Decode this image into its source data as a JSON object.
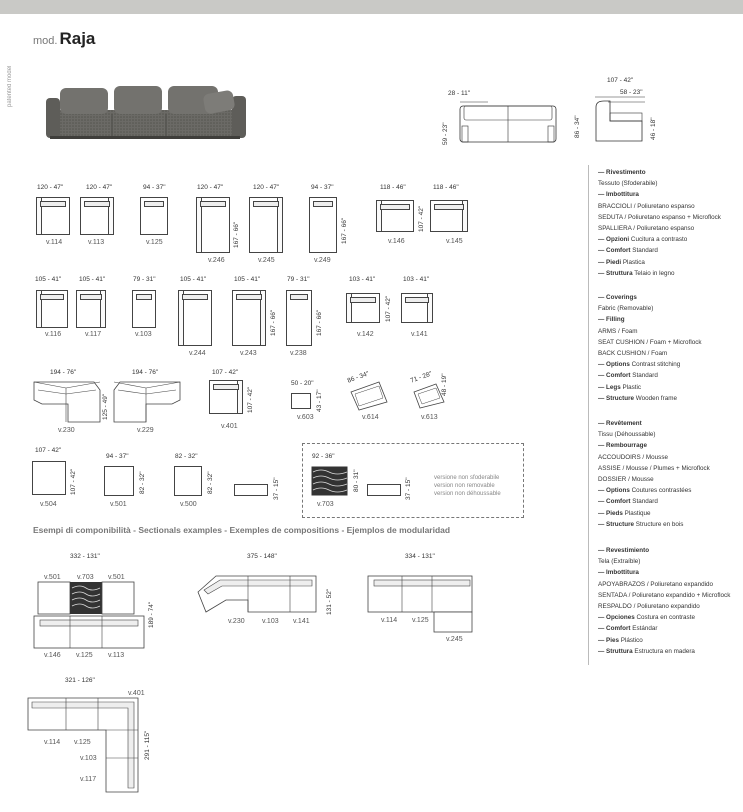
{
  "header": {
    "prefix": "mod.",
    "name": "Raja",
    "patent": "patented model"
  },
  "elevation": {
    "front_width": "28 - 11\"",
    "front_height": "59 - 23\"",
    "back_height": "86 - 34\"",
    "side_depth_outer": "107 - 42\"",
    "side_depth_inner": "58 - 23\"",
    "side_height": "46 - 18\""
  },
  "modules": [
    {
      "w": "120 - 47\"",
      "code": "v.114"
    },
    {
      "w": "120 - 47\"",
      "code": "v.113"
    },
    {
      "w": "94 - 37\"",
      "code": "v.125"
    },
    {
      "w": "120 - 47\"",
      "d": "167 - 66\"",
      "code": "v.246"
    },
    {
      "w": "120 - 47\"",
      "code": "v.245"
    },
    {
      "w": "94 - 37\"",
      "d": "167 - 66\"",
      "code": "v.249"
    },
    {
      "w": "118 - 46\"",
      "d": "107 - 42\"",
      "code": "v.146"
    },
    {
      "w": "118 - 46\"",
      "code": "v.145"
    },
    {
      "w": "105 - 41\"",
      "code": "v.116"
    },
    {
      "w": "105 - 41\"",
      "code": "v.117"
    },
    {
      "w": "79 - 31\"",
      "code": "v.103"
    },
    {
      "w": "105 - 41\"",
      "code": "v.244"
    },
    {
      "w": "105 - 41\"",
      "d": "167 - 66\"",
      "code": "v.243"
    },
    {
      "w": "79 - 31\"",
      "d": "167 - 66\"",
      "code": "v.238"
    },
    {
      "w": "103 - 41\"",
      "d": "107 - 42\"",
      "code": "v.142"
    },
    {
      "w": "103 - 41\"",
      "code": "v.141"
    },
    {
      "w": "194 - 76\"",
      "d": "125 - 49\"",
      "code": "v.230"
    },
    {
      "w": "194 - 76\"",
      "code": "v.229"
    },
    {
      "w": "107 - 42\"",
      "d": "107 - 42\"",
      "code": "v.401"
    },
    {
      "w": "50 - 20\"",
      "d": "43 - 17\"",
      "code": "v.603"
    },
    {
      "w": "86 - 34\"",
      "code": "v.614"
    },
    {
      "w": "71 - 28\"",
      "d": "48 - 19\"",
      "code": "v.613"
    },
    {
      "w": "107 - 42\"",
      "d": "107 - 42\"",
      "code": "v.504"
    },
    {
      "w": "94 - 37\"",
      "d": "82 - 32\"",
      "code": "v.501"
    },
    {
      "w": "82 - 32\"",
      "d": "82 - 32\"",
      "code": "v.500"
    },
    {
      "d": "37 - 15\""
    },
    {
      "w": "92 - 36\"",
      "d": "80 - 31\"",
      "code": "v.703"
    },
    {
      "d": "37 - 15\""
    }
  ],
  "removable_note": [
    "versione non sfoderabile",
    "version non removable",
    "version non déhoussable"
  ],
  "examples_title": "Esempi di componibilità - Sectionals examples - Exemples de compositions - Ejemplos de modularidad",
  "examples": {
    "ex1": {
      "w": "332 - 131\"",
      "d": "189 - 74\"",
      "top": [
        "v.501",
        "v.703",
        "v.501"
      ],
      "bottom": [
        "v.146",
        "v.125",
        "v.113"
      ]
    },
    "ex2": {
      "w": "375 - 148\"",
      "d": "131 - 52\"",
      "codes": [
        "v.230",
        "v.103",
        "v.141"
      ]
    },
    "ex3": {
      "w": "334 - 131\"",
      "codes": [
        "v.114",
        "v.125",
        "v.245"
      ]
    },
    "ex4": {
      "w": "321 - 126\"",
      "d": "291 - 115\"",
      "codes": [
        "v.401",
        "v.114",
        "v.125",
        "v.103",
        "v.117"
      ]
    }
  },
  "specs": [
    [
      {
        "h": "— Rivestimento"
      },
      {
        "t": "Tessuto (Sfoderabile)"
      },
      {
        "h": "— Imbottitura"
      },
      {
        "t": "BRACCIOLI / Poliuretano espanso"
      },
      {
        "t": "SEDUTA / Poliuretano espanso + Microflock"
      },
      {
        "t": "SPALLIERA / Poliuretano espanso"
      },
      {
        "h": "— Opzioni",
        "t": " Cucitura a contrasto"
      },
      {
        "h": "— Comfort",
        "t": " Standard"
      },
      {
        "h": "— Piedi",
        "t": " Plastica"
      },
      {
        "h": "— Struttura",
        "t": " Telaio in legno"
      }
    ],
    [
      {
        "h": "— Coverings"
      },
      {
        "t": "Fabric (Removable)"
      },
      {
        "h": "— Filling"
      },
      {
        "t": "ARMS / Foam"
      },
      {
        "t": "SEAT CUSHION / Foam + Microflock"
      },
      {
        "t": "BACK CUSHION / Foam"
      },
      {
        "h": "— Options",
        "t": " Contrast stitching"
      },
      {
        "h": "— Comfort",
        "t": " Standard"
      },
      {
        "h": "— Legs",
        "t": " Plastic"
      },
      {
        "h": "— Structure",
        "t": " Wooden frame"
      }
    ],
    [
      {
        "h": "— Revêtement"
      },
      {
        "t": "Tissu (Déhoussable)"
      },
      {
        "h": "— Rembourrage"
      },
      {
        "t": "ACCOUDOIRS / Mousse"
      },
      {
        "t": "ASSISE / Mousse / Plumes + Microflock"
      },
      {
        "t": "DOSSIER / Mousse"
      },
      {
        "h": "— Options",
        "t": " Coutures contrastées"
      },
      {
        "h": "— Comfort",
        "t": " Standard"
      },
      {
        "h": "— Pieds",
        "t": " Plastique"
      },
      {
        "h": "— Structure",
        "t": " Structure en bois"
      }
    ],
    [
      {
        "h": "— Revestimiento"
      },
      {
        "t": "Tela (Extraíble)"
      },
      {
        "h": "— Imbottitura"
      },
      {
        "t": "APOYABRAZOS / Poliuretano expandido"
      },
      {
        "t": "SENTADA / Poliuretano expandido + Microflock"
      },
      {
        "t": "RESPALDO / Poliuretano expandido"
      },
      {
        "h": "— Opciones",
        "t": " Costura en contraste"
      },
      {
        "h": "— Comfort",
        "t": " Estándar"
      },
      {
        "h": "— Pies",
        "t": " Plástico"
      },
      {
        "h": "— Struttura",
        "t": " Estructura en madera"
      }
    ]
  ]
}
